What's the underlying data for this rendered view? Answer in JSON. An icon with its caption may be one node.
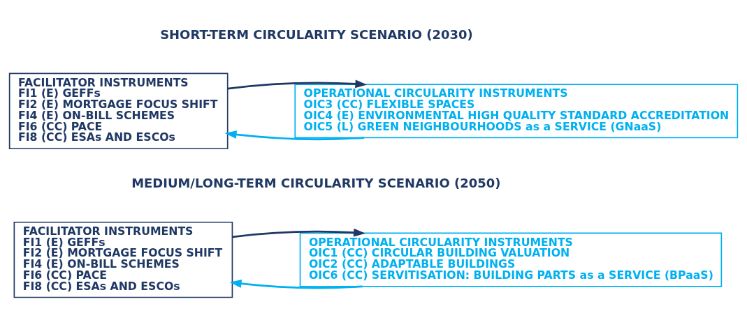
{
  "diagram": {
    "nodes": [
      {
        "text": [
          "FACILITATOR INSTRUMENTS",
          "FI1 (E) GEFFs",
          "FI2 (E) MORTGAGE FOCUS SHIFT",
          "FI4 (E) ON-BILL SCHEMES",
          "FI6 (CC) PACE",
          "FI8 (CC) ESAs AND ESCOs"
        ]
      },
      {
        "text": [
          "OPERATIONAL CIRCULARITY INSTRUMENTS",
          "OIC3 (CC) FLEXIBLE SPACES",
          "OIC4 (E) ENVIRONMENTAL HIGH QUALITY STANDARD ACCREDITATION",
          "OIC5 (L) GREEN NEIGHBOURHOODS as a SERVICE (GNaaS)"
        ]
      },
      {
        "text": [
          "FACILITATOR INSTRUMENTS",
          "FI1 (E) GEFFs",
          "FI2 (E) MORTGAGE FOCUS SHIFT",
          "FI4 (E) ON-BILL SCHEMES",
          "FI6 (CC) PACE",
          "FI8 (CC) ESAs AND ESCOs"
        ]
      },
      {
        "text": [
          "OPERATIONAL CIRCULARITY INSTRUMENTS",
          "OIC1 (CC) CIRCULAR BUILDING VALUATION",
          "OIC2 (CC) ADAPTABLE BUILDINGS",
          "OIC6 (CC) SERVITISATION: BUILDING PARTS as a SERVICE (BPaaS)"
        ]
      }
    ],
    "edges": [
      {
        "from": 1,
        "to": 0,
        "arrow": "to",
        "color": "#00b0f0"
      },
      {
        "from": 0,
        "to": 1,
        "arrow": "to",
        "color": "#1f3864"
      },
      {
        "from": 3,
        "to": 2,
        "arrow": "to",
        "color": "#00b0f0"
      },
      {
        "from": 2,
        "to": 3,
        "arrow": "to",
        "color": "#1f3864"
      }
    ],
    "labels": [
      "SHORT-TERM CIRCULARITY SCENARIO (2030)",
      "MEDIUM/LONG-TERM CIRCULARITY SCENARIO (2050)"
    ]
  }
}
